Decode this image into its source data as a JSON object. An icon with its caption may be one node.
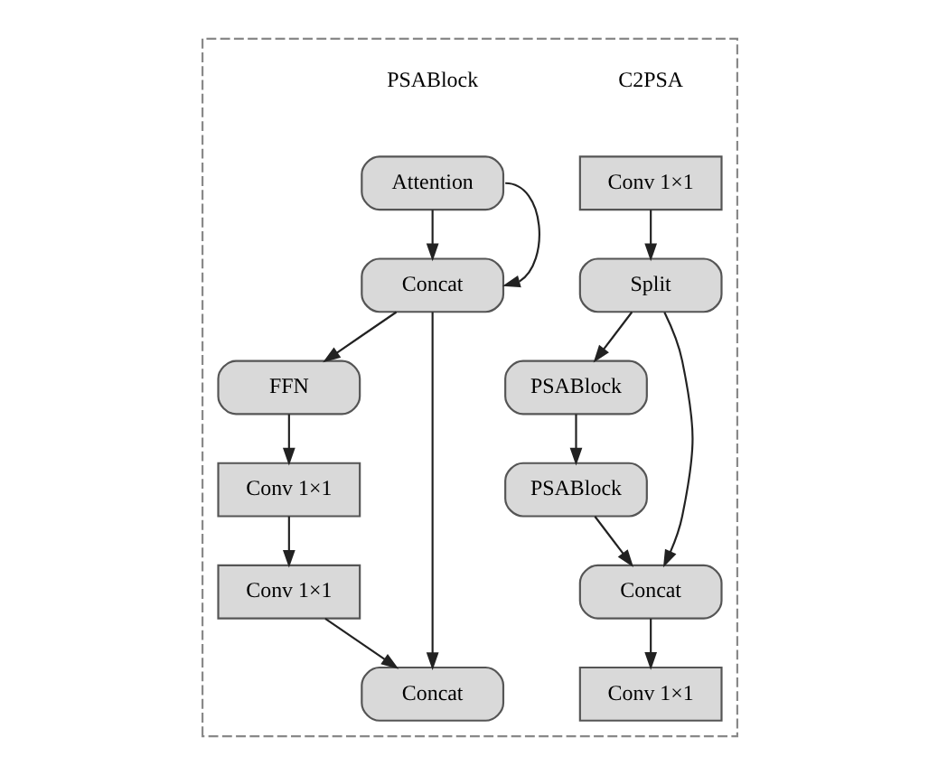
{
  "diagram": {
    "nodes": [
      {
        "text": [],
        "shape": "box"
      },
      {
        "text": [
          "Conv 1×1"
        ],
        "in": 0
      },
      {
        "text": [
          "Split"
        ],
        "in": 0
      },
      {
        "text": [
          "PSABlock"
        ],
        "in": 0
      },
      {
        "text": [
          "PSABlock"
        ],
        "in": 0
      },
      {
        "text": [
          "Concat"
        ],
        "in": 0
      },
      {
        "text": [
          "Conv 1×1"
        ],
        "in": 0
      },
      {
        "text": [
          "Attention"
        ],
        "in": 0
      },
      {
        "text": [
          "Concat"
        ],
        "in": 0
      },
      {
        "text": [
          "FFN"
        ],
        "in": 0
      },
      {
        "text": [
          "Conv 1×1"
        ],
        "in": 0
      },
      {
        "text": [
          "Conv 1×1"
        ],
        "in": 0
      },
      {
        "text": [
          "Concat"
        ],
        "in": 0
      }
    ],
    "edges": [
      {
        "from": 1,
        "to": 2,
        "arrow": "to"
      },
      {
        "from": 2,
        "to": 5,
        "arrow": "to"
      },
      {
        "from": 2,
        "to": 3,
        "arrow": "to"
      },
      {
        "from": 3,
        "to": 4,
        "arrow": "to"
      },
      {
        "from": 4,
        "to": 5,
        "arrow": "to"
      },
      {
        "from": 5,
        "to": 6,
        "arrow": "to"
      },
      {
        "from": 7,
        "to": 8,
        "arrow": "to"
      },
      {
        "from": 7,
        "to": 8,
        "arrow": "to"
      },
      {
        "from": 8,
        "to": 9,
        "arrow": "to"
      },
      {
        "from": 9,
        "to": 10,
        "arrow": "to"
      },
      {
        "from": 10,
        "to": 11,
        "arrow": "to"
      },
      {
        "from": 11,
        "to": 12,
        "arrow": "to"
      },
      {
        "from": 8,
        "to": 12,
        "arrow": "to"
      }
    ],
    "labels": [
      "C2PSA",
      "PSABlock"
    ]
  }
}
